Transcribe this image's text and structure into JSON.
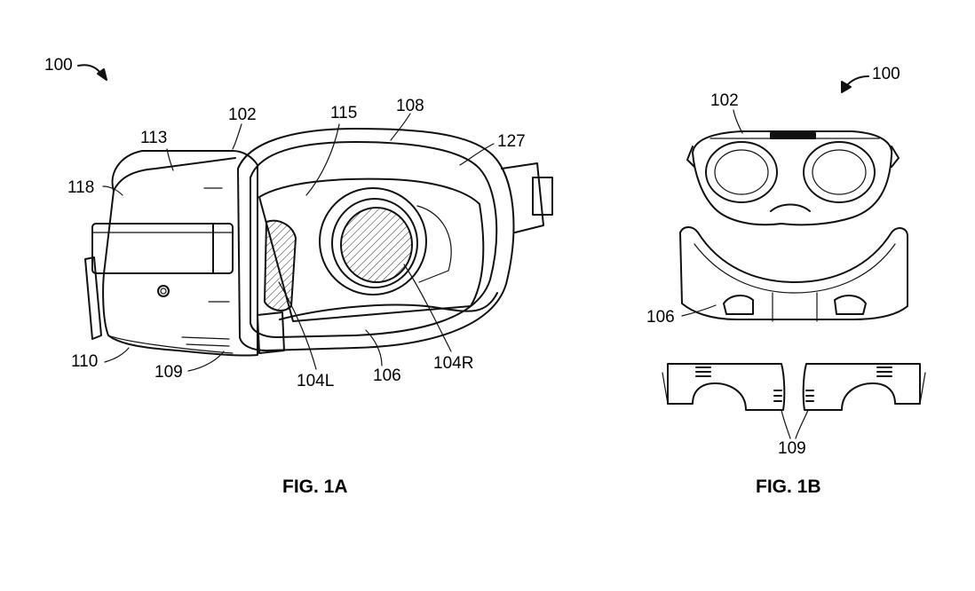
{
  "figures": {
    "fig1a": {
      "title": "FIG. 1A",
      "labels": {
        "l100": "100",
        "l102": "102",
        "l113": "113",
        "l115": "115",
        "l108": "108",
        "l127": "127",
        "l118": "118",
        "l110": "110",
        "l109": "109",
        "l104L": "104L",
        "l106": "106",
        "l104R": "104R"
      }
    },
    "fig1b": {
      "title": "FIG. 1B",
      "labels": {
        "l100": "100",
        "l102": "102",
        "l106": "106",
        "l109": "109"
      }
    }
  },
  "colors": {
    "ink": "#111111",
    "paper": "#ffffff"
  }
}
